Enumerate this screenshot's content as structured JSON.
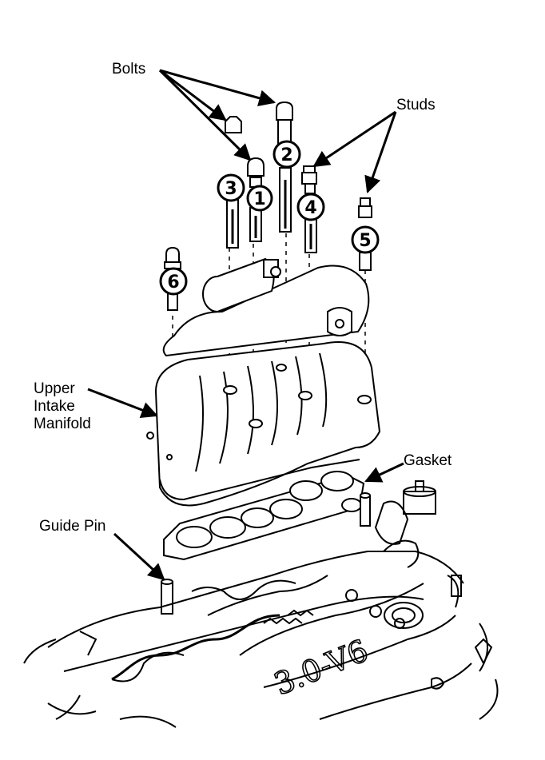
{
  "labels": {
    "bolts": "Bolts",
    "studs": "Studs",
    "upper_intake_manifold": [
      "Upper",
      "Intake",
      "Manifold"
    ],
    "gasket": "Gasket",
    "guide_pin": "Guide Pin"
  },
  "callout_numbers": [
    "1",
    "2",
    "3",
    "4",
    "5",
    "6"
  ],
  "engine_marking": "3.0-V6",
  "colors": {
    "ink": "#000000",
    "paper": "#ffffff"
  }
}
